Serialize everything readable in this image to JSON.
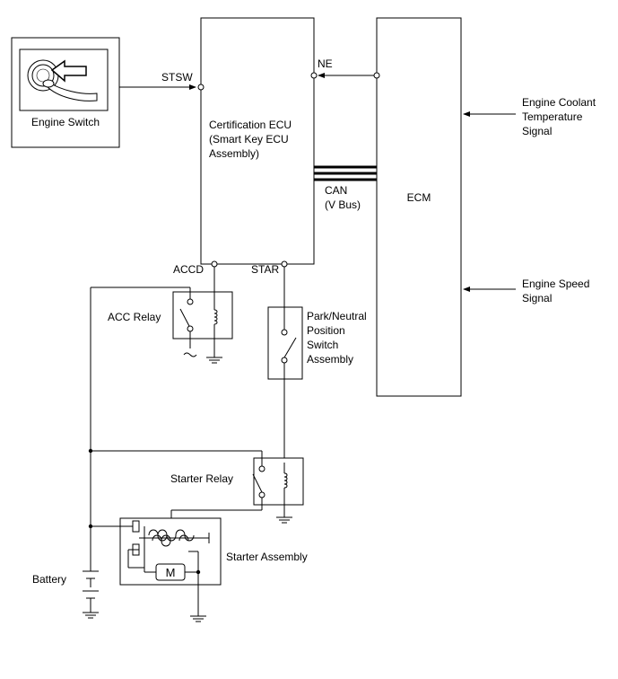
{
  "components": {
    "engine_switch": "Engine Switch",
    "certification_ecu": [
      "Certification ECU",
      "(Smart Key ECU",
      "Assembly)"
    ],
    "ecm": "ECM",
    "acc_relay": "ACC Relay",
    "pnp_switch": [
      "Park/Neutral",
      "Position",
      "Switch",
      "Assembly"
    ],
    "starter_relay": "Starter Relay",
    "starter_assembly": "Starter Assembly",
    "battery": "Battery",
    "motor_symbol": "M"
  },
  "terminals": {
    "stsw": "STSW",
    "ne": "NE",
    "accd": "ACCD",
    "star": "STAR"
  },
  "bus": [
    "CAN",
    "(V Bus)"
  ],
  "signals": {
    "coolant": [
      "Engine Coolant",
      "Temperature",
      "Signal"
    ],
    "speed": [
      "Engine Speed",
      "Signal"
    ]
  }
}
